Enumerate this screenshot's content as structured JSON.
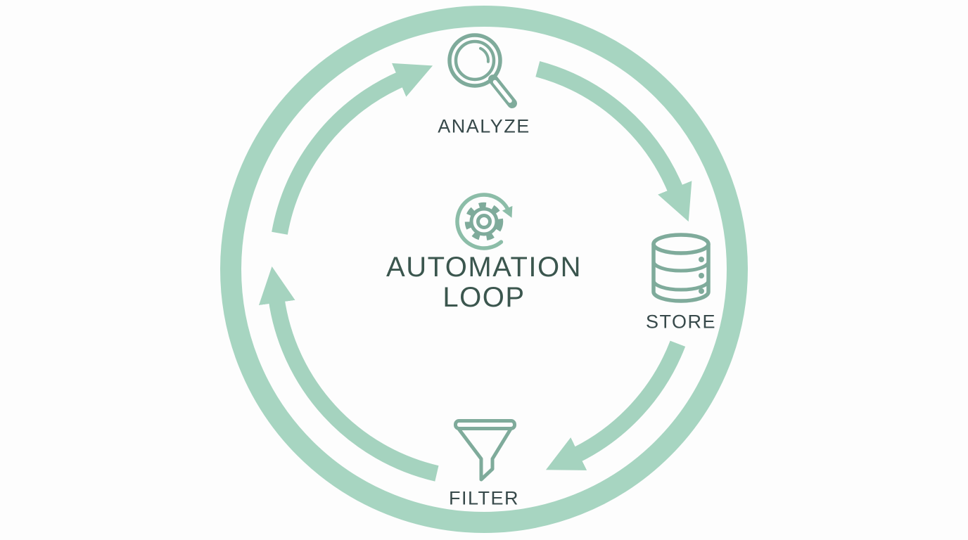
{
  "diagram": {
    "center": {
      "title_line1": "AUTOMATION",
      "title_line2": "LOOP",
      "icon": "gear-loop-icon"
    },
    "stages": [
      {
        "id": "analyze",
        "label": "ANALYZE",
        "icon": "magnifier-icon",
        "position": "top"
      },
      {
        "id": "store",
        "label": "STORE",
        "icon": "database-icon",
        "position": "right"
      },
      {
        "id": "filter",
        "label": "FILTER",
        "icon": "funnel-icon",
        "position": "bottom"
      }
    ],
    "flow_direction": "clockwise",
    "arrow_count": 4
  },
  "colors": {
    "bg": "#fdfdfd",
    "ring": "#a7d5c1",
    "arrow": "#a5d3bf",
    "icon": "#7fab9b",
    "center-arc": "#8cbda8",
    "label-text": "#37494a",
    "title-text": "#3b564e"
  }
}
